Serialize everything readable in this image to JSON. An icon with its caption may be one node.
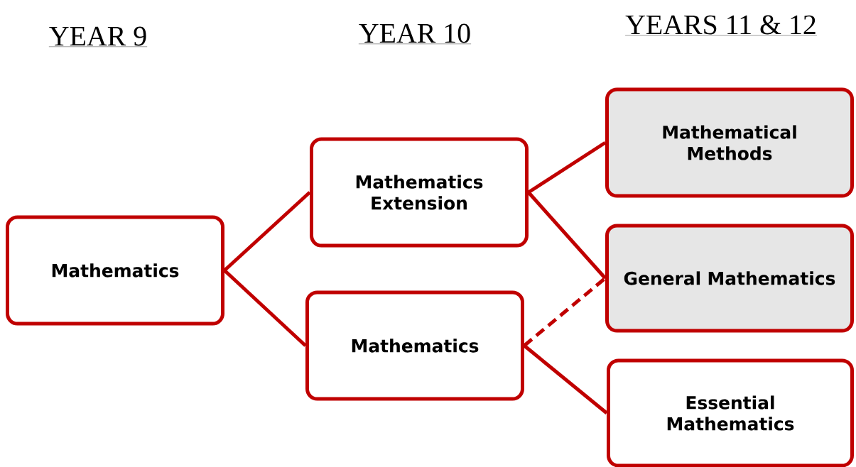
{
  "diagram": {
    "nodes": [
      {
        "text": [
          "Mathematics"
        ]
      },
      {
        "text": [
          "Mathematics Extension"
        ]
      },
      {
        "text": [
          "Mathematics"
        ]
      },
      {
        "text": [
          "Mathematical Methods"
        ]
      },
      {
        "text": [
          "General Mathematics"
        ]
      },
      {
        "text": [
          "Essential Mathematics"
        ]
      }
    ],
    "edges": [
      {
        "from": 0,
        "to": 1,
        "arrow": "none"
      },
      {
        "from": 0,
        "to": 2,
        "arrow": "none"
      },
      {
        "from": 1,
        "to": 3,
        "arrow": "none"
      },
      {
        "from": 1,
        "to": 4,
        "arrow": "none"
      },
      {
        "from": 2,
        "to": 4,
        "arrow": "none",
        "style": "dashed"
      },
      {
        "from": 2,
        "to": 5,
        "arrow": "none"
      }
    ],
    "labels": [
      "YEAR 9",
      "YEAR 10",
      "YEARS 11 & 12"
    ]
  }
}
